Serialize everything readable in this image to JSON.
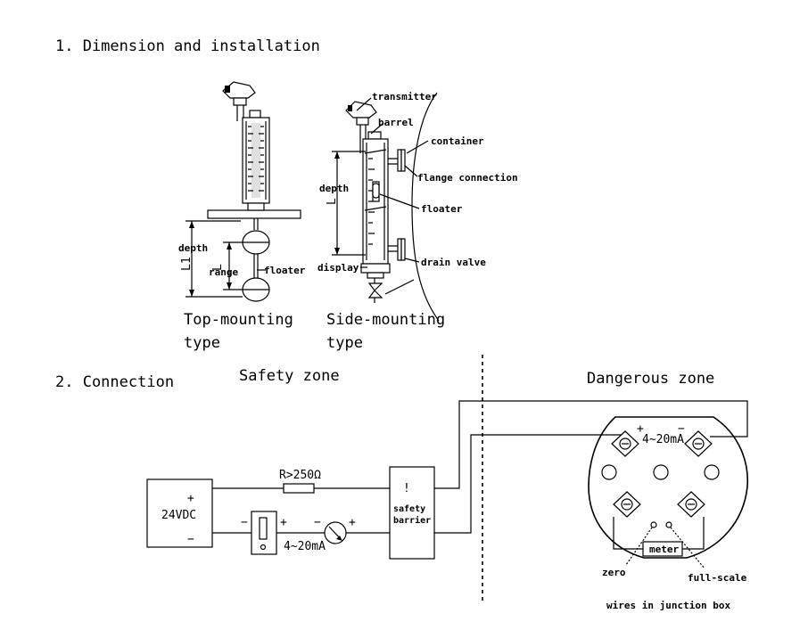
{
  "section1": {
    "title": "1. Dimension and installation",
    "top_mounting": {
      "label_line1": "Top-mounting",
      "label_line2": "type",
      "depth": "depth",
      "L1": "L1",
      "L": "L",
      "range": "range",
      "floater": "floater"
    },
    "side_mounting": {
      "label_line1": "Side-mounting",
      "label_line2": "type",
      "transmitter": "transmitter",
      "barrel": "barrel",
      "container": "container",
      "flange_connection": "flange connection",
      "depth": "depth",
      "L": "L",
      "floater": "floater",
      "display": "display",
      "drain_valve": "drain valve"
    }
  },
  "section2": {
    "title": "2. Connection",
    "safety_zone": "Safety zone",
    "dangerous_zone": "Dangerous zone",
    "supply": "24VDC",
    "supply_plus": "+",
    "supply_minus": "−",
    "resistor": "R>250Ω",
    "meter_plus": "+",
    "meter_minus": "−",
    "ammeter_plus": "+",
    "ammeter_minus": "−",
    "ammeter_current": "4~20mA",
    "barrier_line1": "safety",
    "barrier_line2": "barrier",
    "barrier_mark": "!",
    "jbox_plus": "+",
    "jbox_minus": "−",
    "jbox_current": "4~20mA",
    "meter_label": "meter",
    "zero": "zero",
    "full_scale": "full-scale",
    "caption": "wires in junction box"
  }
}
